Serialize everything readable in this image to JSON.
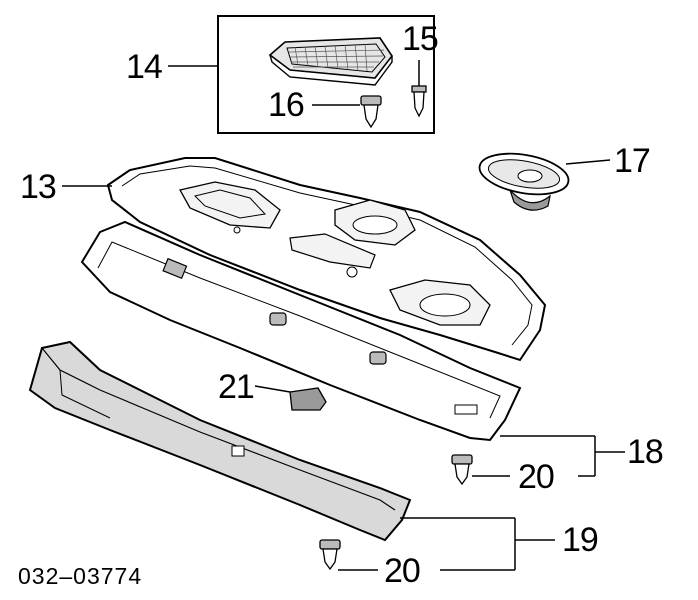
{
  "document_number": "032–03774",
  "callouts": {
    "c13": "13",
    "c14": "14",
    "c15": "15",
    "c16": "16",
    "c17": "17",
    "c18": "18",
    "c19": "19",
    "c20a": "20",
    "c20b": "20",
    "c21": "21"
  },
  "colors": {
    "line": "#000000",
    "fill_light": "#ffffff",
    "fill_shade": "#d9d9d9",
    "fill_dark": "#8c8c8c"
  }
}
